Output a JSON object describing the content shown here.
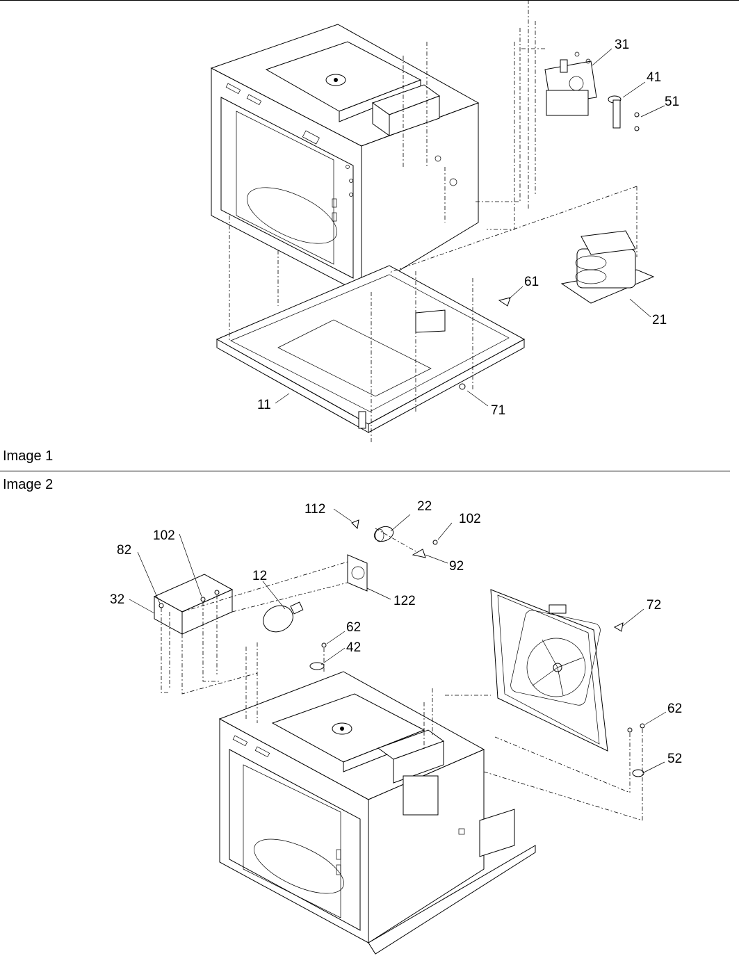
{
  "captions": {
    "image1": "Image 1",
    "image2": "Image 2"
  },
  "callouts": {
    "c31": "31",
    "c41": "41",
    "c51": "51",
    "c61": "61",
    "c21": "21",
    "c11": "11",
    "c71": "71",
    "c112": "112",
    "c22": "22",
    "c102a": "102",
    "c92": "92",
    "c102b": "102",
    "c82": "82",
    "c12": "12",
    "c122": "122",
    "c32": "32",
    "c62a": "62",
    "c42": "42",
    "c72": "72",
    "c62b": "62",
    "c52": "52"
  }
}
